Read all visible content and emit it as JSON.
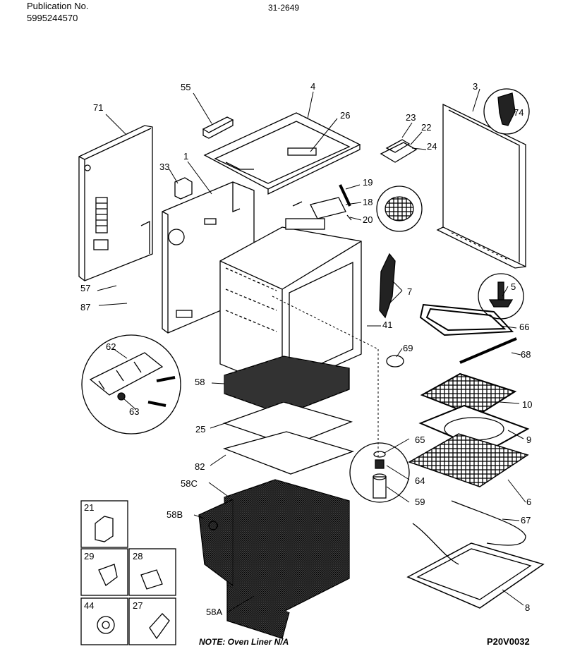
{
  "header": {
    "publication_label": "Publication No.",
    "publication_number": "5995244570",
    "top_code": "31-2649"
  },
  "labels": {
    "l71": "71",
    "l55": "55",
    "l4": "4",
    "l3": "3",
    "l74": "74",
    "l26": "26",
    "l23": "23",
    "l22": "22",
    "l24": "24",
    "l33": "33",
    "l1": "1",
    "l19": "19",
    "l18": "18",
    "l20": "20",
    "l57": "57",
    "l87": "87",
    "l5": "5",
    "l7": "7",
    "l41": "41",
    "l66": "66",
    "l62": "62",
    "l69": "69",
    "l68": "68",
    "l58": "58",
    "l63": "63",
    "l10": "10",
    "l25": "25",
    "l9": "9",
    "l65": "65",
    "l82": "82",
    "l64": "64",
    "l6": "6",
    "l58C": "58C",
    "l59": "59",
    "l58B": "58B",
    "l67": "67",
    "l21": "21",
    "l29": "29",
    "l28": "28",
    "l8": "8",
    "l58A": "58A",
    "l44": "44",
    "l27": "27"
  },
  "footer": {
    "note": "NOTE: Oven Liner N/A",
    "diagram_code": "P20V0032"
  }
}
